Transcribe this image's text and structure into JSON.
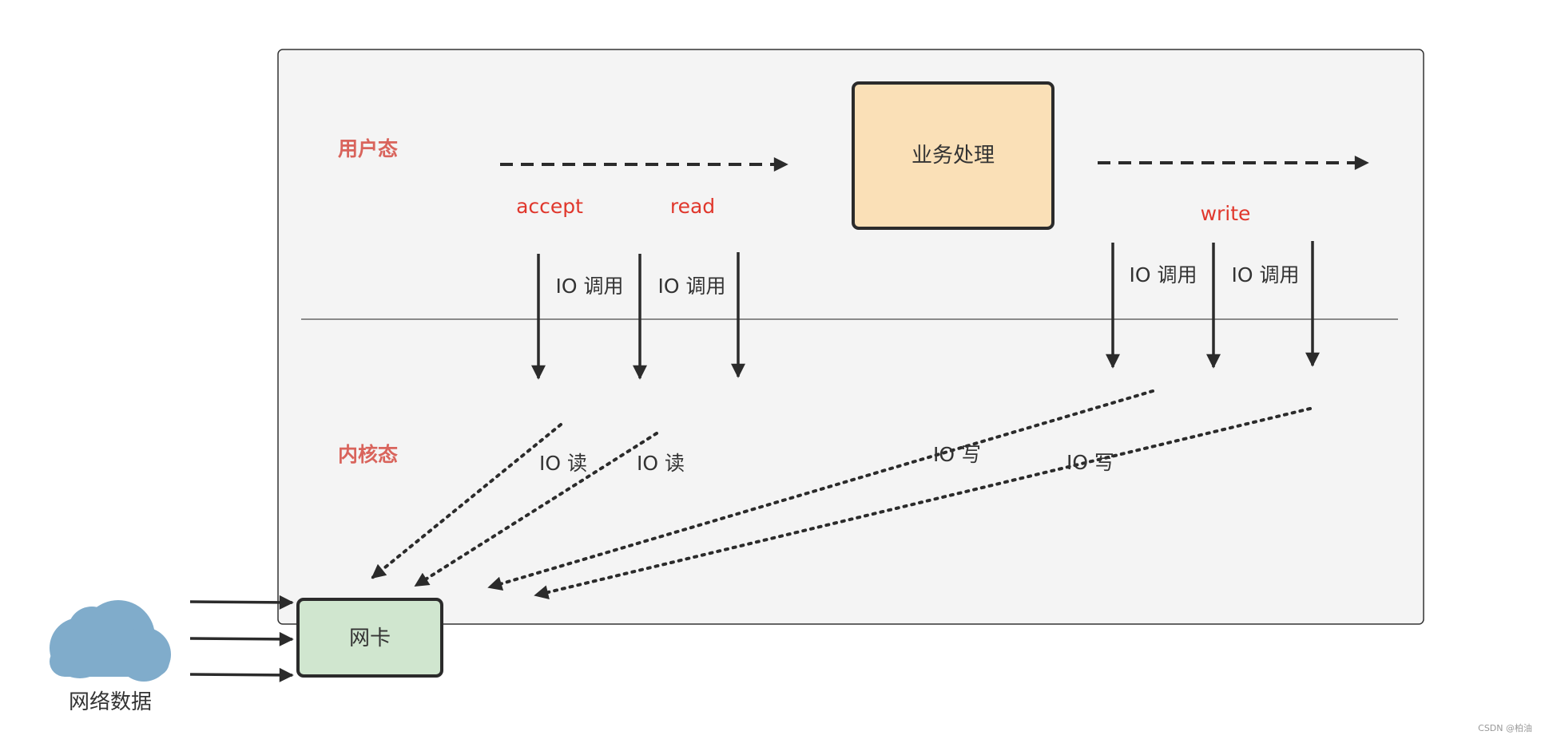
{
  "zones": {
    "user_mode": "用户态",
    "kernel_mode": "内核态"
  },
  "process": {
    "label": "业务处理"
  },
  "nic": {
    "label": "网卡"
  },
  "cloud": {
    "label": "网络数据"
  },
  "calls": {
    "accept": "accept",
    "read": "read",
    "write": "write"
  },
  "io_labels": {
    "call_1": "IO 调用",
    "call_2": "IO 调用",
    "call_3": "IO 调用",
    "call_4": "IO 调用",
    "read_1": "IO 读",
    "read_2": "IO 读",
    "write_1": "IO 写",
    "write_2": "IO 写"
  },
  "watermark": "CSDN @柏油",
  "colors": {
    "frame_bg": "#f4f4f4",
    "process_fill": "#fae0b7",
    "nic_fill": "#d0e6cf",
    "cloud_fill": "#80accb",
    "call_red": "#e0372c",
    "zone_red": "#d9645c"
  }
}
